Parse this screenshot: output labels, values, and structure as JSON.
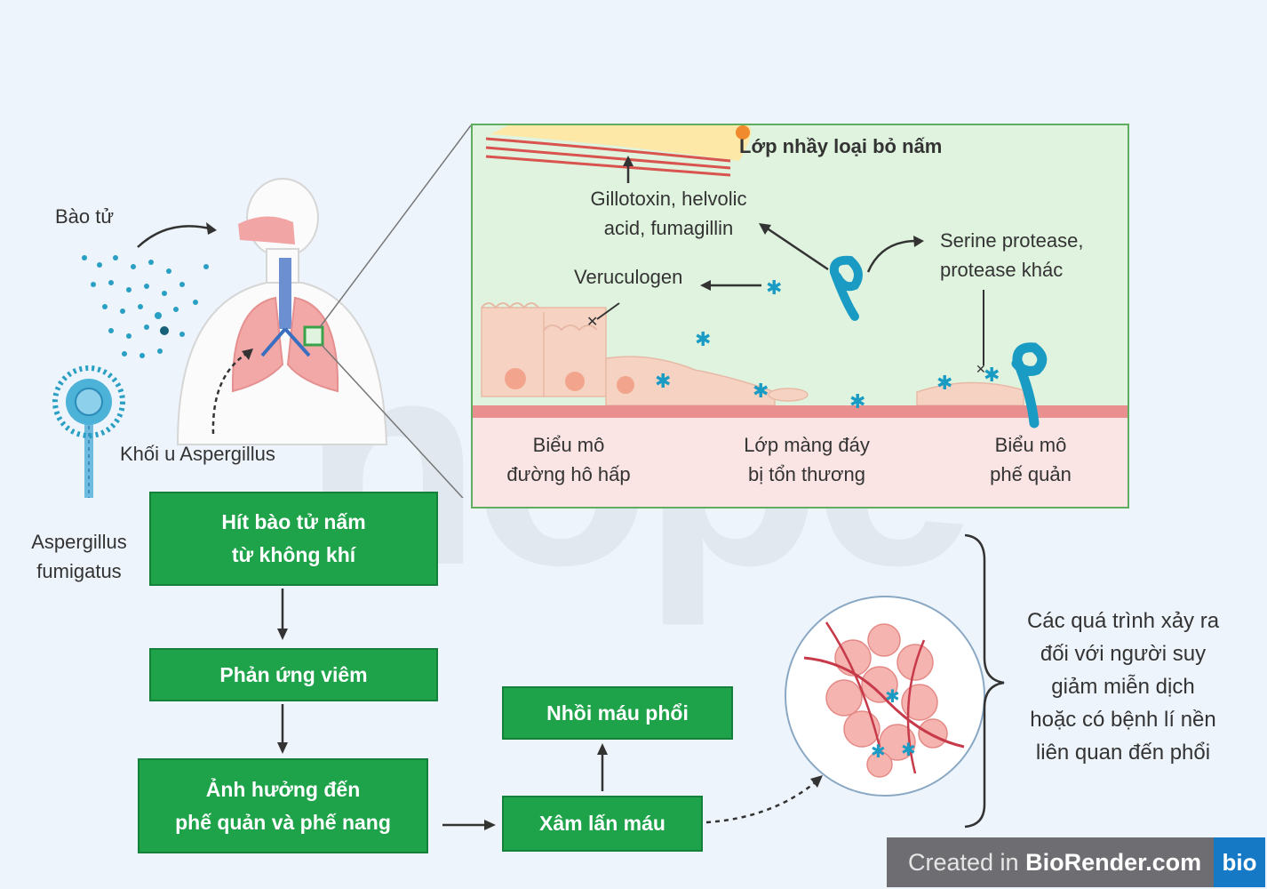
{
  "labels": {
    "spores": "Bào tử",
    "aspergilloma": "Khối u Aspergillus",
    "aspergillus_line1": "Aspergillus",
    "aspergillus_line2": "fumigatus",
    "mucus": "Lớp nhầy loại bỏ nấm",
    "toxins_line1": "Gillotoxin, helvolic",
    "toxins_line2": "acid, fumagillin",
    "protease_line1": "Serine protease,",
    "protease_line2": "protease khác",
    "veruculogen": "Veruculogen",
    "airway_epi_line1": "Biểu mô",
    "airway_epi_line2": "đường hô hấp",
    "basement_line1": "Lớp màng đáy",
    "basement_line2": "bị tổn thương",
    "bronch_epi_line1": "Biểu mô",
    "bronch_epi_line2": "phế quản"
  },
  "flow": {
    "inhale_line1": "Hít bào tử nấm",
    "inhale_line2": "từ không khí",
    "inflammation": "Phản ứng viêm",
    "affect_line1": "Ảnh hưởng đến",
    "affect_line2": "phế quản và phế nang",
    "invasion": "Xâm lấn máu",
    "infarct": "Nhồi máu phổi"
  },
  "note": {
    "line1": "Các quá trình xảy ra",
    "line2": "đối với người suy",
    "line3": "giảm miễn dịch",
    "line4": "hoặc có bệnh lí nền",
    "line5": "liên quan đến phổi"
  },
  "watermark": "hope",
  "badge": {
    "prefix": "Created in ",
    "brand": "BioRender.com",
    "logo": "bio"
  },
  "colors": {
    "box_green": "#1fa34a",
    "panel_green": "#dff3de",
    "fungus_blue": "#1a9bc4",
    "tissue_pink": "#f4c9b9"
  }
}
